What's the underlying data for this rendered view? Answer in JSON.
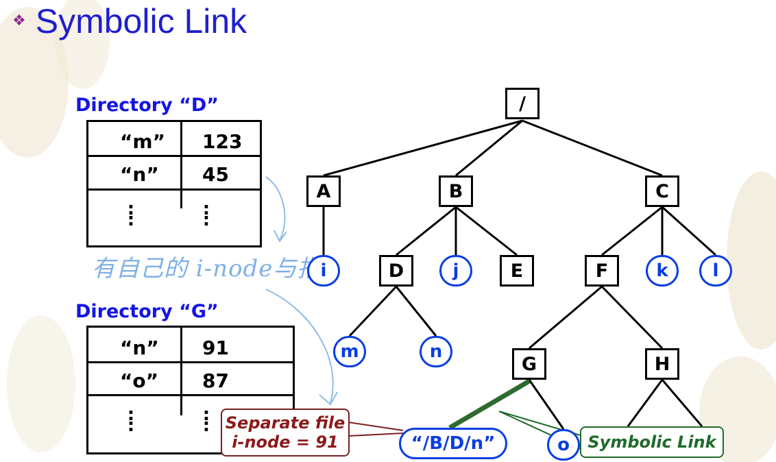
{
  "slide": {
    "bullet": "❖",
    "title": "Symbolic Link"
  },
  "directory_d": {
    "label": "Directory “D”",
    "rows": [
      {
        "name": "“m”",
        "inode": "123"
      },
      {
        "name": "“n”",
        "inode": "45"
      }
    ],
    "ellipsis": ":"
  },
  "directory_g": {
    "label": "Directory “G”",
    "rows": [
      {
        "name": "“n”",
        "inode": "91"
      },
      {
        "name": "“o”",
        "inode": "87"
      }
    ],
    "ellipsis": ":"
  },
  "handwritten_note": "有自己的 i-node与指",
  "tree": {
    "root": "/",
    "A": "A",
    "B": "B",
    "C": "C",
    "i": "i",
    "D": "D",
    "j": "j",
    "E": "E",
    "F": "F",
    "k": "k",
    "l": "l",
    "m": "m",
    "n": "n",
    "G": "G",
    "H": "H",
    "symlink": "“/B/D/n”",
    "o": "o"
  },
  "callouts": {
    "separate_file_line1": "Separate file",
    "separate_file_line2": "i-node = 91",
    "symbolic_link": "Symbolic Link"
  },
  "colors": {
    "title": "#1f1fcf",
    "label_blue": "#1414e6",
    "file_node": "#0a3ee0",
    "red_callout": "#8b1a1a",
    "green_callout": "#1f6b2a",
    "symlink_edge": "#2e6b2e"
  }
}
